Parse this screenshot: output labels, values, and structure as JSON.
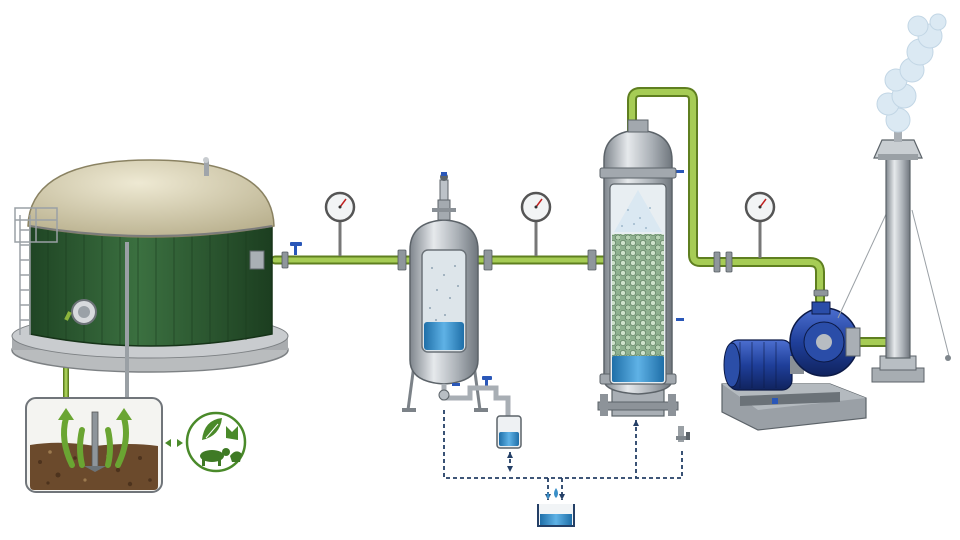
{
  "diagram": {
    "components": [
      {
        "id": "digester",
        "icon": "digester-tank-icon"
      },
      {
        "id": "inset",
        "icon": "soil-gas-inset-icon"
      },
      {
        "id": "feedstock",
        "icon": "feedstock-badge-icon"
      },
      {
        "id": "separator",
        "icon": "moisture-separator-icon"
      },
      {
        "id": "scrubber",
        "icon": "packed-scrubber-icon"
      },
      {
        "id": "blower",
        "icon": "blower-motor-icon"
      },
      {
        "id": "flare",
        "icon": "flare-stack-icon"
      },
      {
        "id": "collector",
        "icon": "water-collector-icon"
      },
      {
        "id": "condensate",
        "icon": "condensate-pot-icon"
      }
    ],
    "gauges": [
      "pressure-gauge-icon",
      "pressure-gauge-icon",
      "pressure-gauge-icon"
    ],
    "colors": {
      "pipe": "#8cb43c",
      "pipe_dark": "#5f7f20",
      "tank_green": "#2f5e33",
      "dome": "#d9d2b4",
      "steel": "#b9bec4",
      "water": "#3a8fc8",
      "motor_blue": "#1f3f9a",
      "drain_line": "#243f66",
      "badge_green": "#4a8a2a",
      "smoke": "#dbe9f3"
    }
  }
}
